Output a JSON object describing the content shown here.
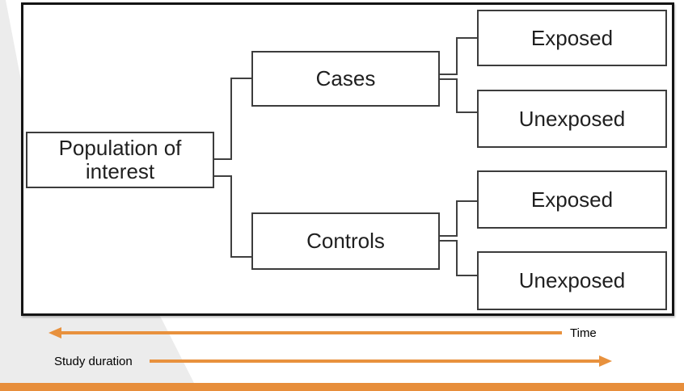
{
  "diagram": {
    "population_box": {
      "label": "Population of interest"
    },
    "cases_box": {
      "label": "Cases"
    },
    "controls_box": {
      "label": "Controls"
    },
    "cases_exposed_box": {
      "label": "Exposed"
    },
    "cases_unexposed_box": {
      "label": "Unexposed"
    },
    "controls_exposed_box": {
      "label": "Exposed"
    },
    "controls_unexposed_box": {
      "label": "Unexposed"
    }
  },
  "timeline": {
    "time_label": "Time",
    "study_duration_label": "Study duration",
    "time_arrow_direction": "left",
    "study_duration_arrow_direction": "right"
  },
  "colors": {
    "accent_orange": "#E8913D",
    "footer_bar_orange": "#E78E3B",
    "background_gray": "#ECECEC",
    "frame_border": "#141414",
    "box_border": "#3C3C3C",
    "connector": "#404040",
    "text": "#1F1F1F"
  }
}
